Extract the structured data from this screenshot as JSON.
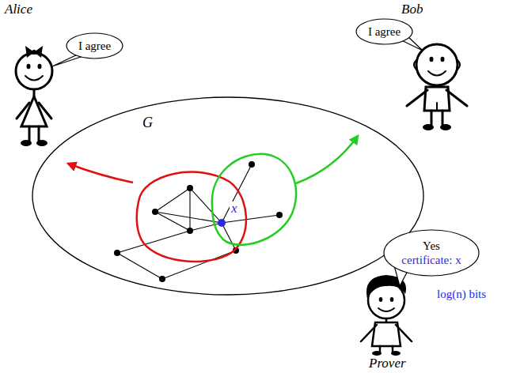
{
  "diagram": {
    "nodes": [
      {
        "text": [
          "I agree"
        ]
      },
      {
        "text": [
          "I agree"
        ]
      },
      {
        "text": [
          "Yes",
          "certificate: x"
        ]
      }
    ],
    "labels": [
      "Alice",
      "Bob",
      "G",
      "x",
      "log(n) bits",
      "Prover"
    ]
  }
}
